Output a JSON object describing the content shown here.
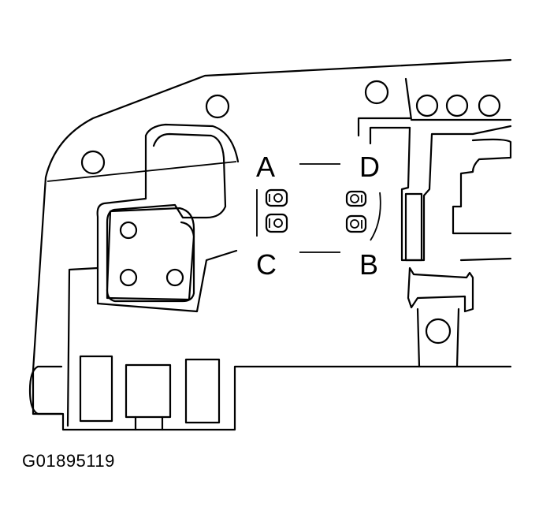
{
  "labels": {
    "a": "A",
    "b": "B",
    "c": "C",
    "d": "D"
  },
  "figure_code": "G01895119",
  "colors": {
    "ink": "#000000",
    "paper": "#ffffff"
  }
}
